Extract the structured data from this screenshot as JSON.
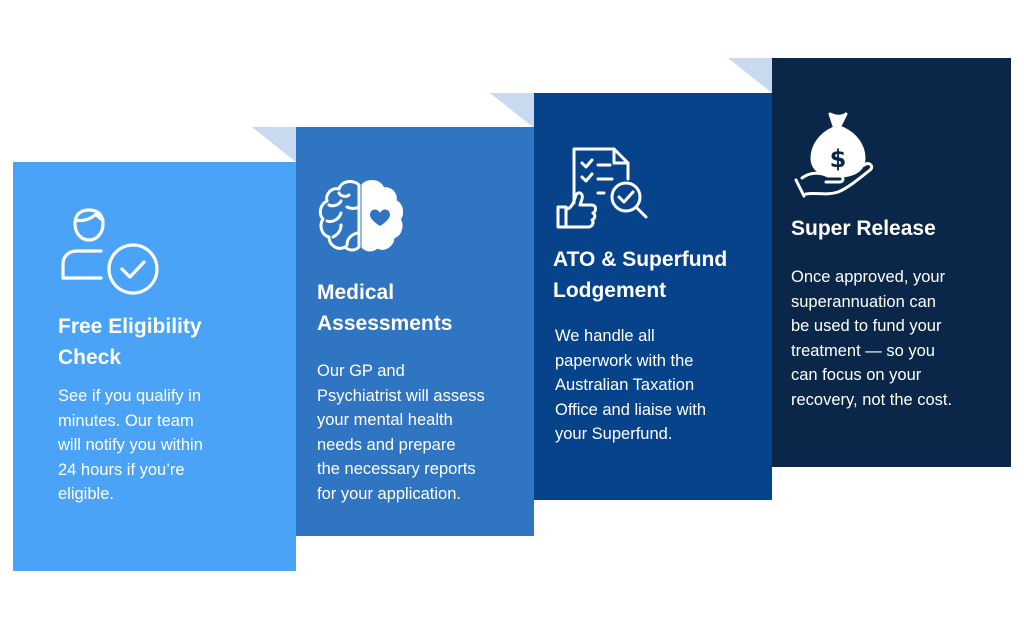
{
  "steps": [
    {
      "title_lines": [
        "Free Eligibility",
        "Check"
      ],
      "desc_lines": [
        "See if you qualify in",
        "minutes. Our team",
        "will notify you within",
        "24 hours if you’re",
        "eligible."
      ],
      "icon": "user-check-icon",
      "color": "#4aa3f7"
    },
    {
      "title_lines": [
        "Medical",
        "Assessments"
      ],
      "desc_lines": [
        "Our GP and",
        "Psychiatrist will assess",
        "your mental health",
        "needs and prepare",
        "the necessary reports",
        "for your application."
      ],
      "icon": "brain-heart-icon",
      "color": "#2f75c2"
    },
    {
      "title_lines": [
        "ATO & Superfund",
        "Lodgement"
      ],
      "desc_lines": [
        "We handle all",
        "paperwork with the",
        "Australian Taxation",
        "Office and liaise with",
        "your Superfund."
      ],
      "icon": "document-approval-icon",
      "color": "#07438a"
    },
    {
      "title_lines": [
        "Super Release"
      ],
      "desc_lines": [
        "Once approved, your",
        "superannuation can",
        "be used to fund your",
        "treatment — so you",
        "can focus on your",
        "recovery, not the cost."
      ],
      "icon": "money-bag-hand-icon",
      "color": "#0a2749"
    }
  ],
  "colors": {
    "fold": "#c8d8ee",
    "background": "#ffffff",
    "text": "#ffffff"
  }
}
